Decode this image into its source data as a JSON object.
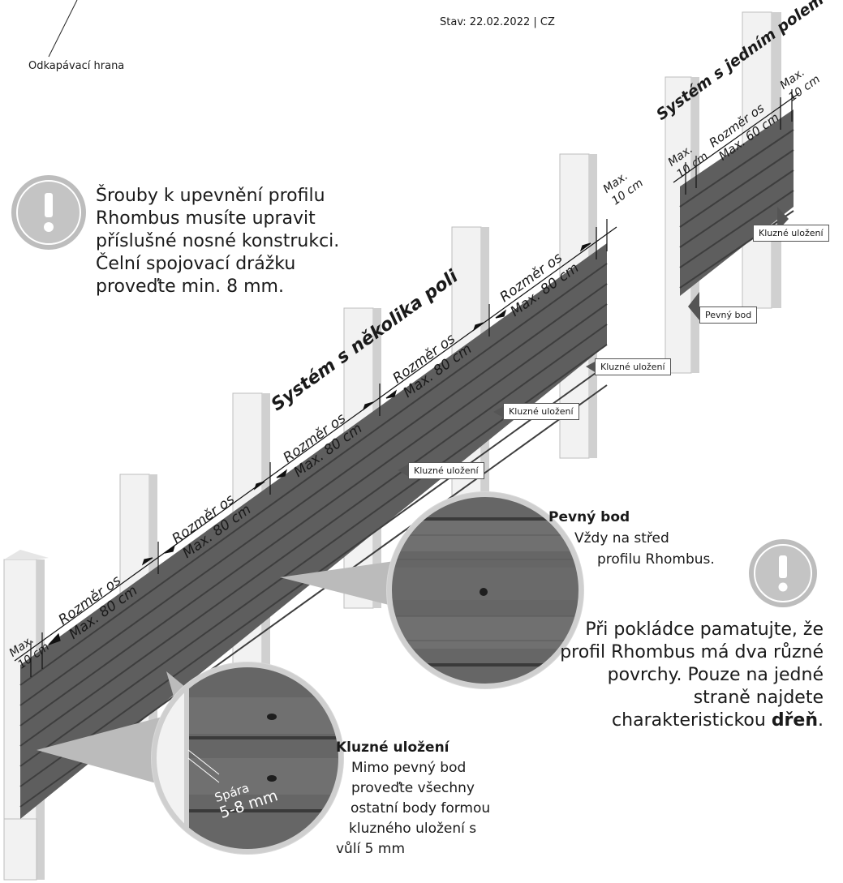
{
  "header": {
    "date": "Stav: 22.02.2022 | CZ",
    "drip_edge": "Odkapávací hrana"
  },
  "warning_left": {
    "icon": "exclamation-icon",
    "text": "Šrouby k upevnění profilu Rhombus musíte upravit příslušné nosné konstrukci. Čelní spojovací drážku proveďte min. 8 mm."
  },
  "warning_right": {
    "icon": "exclamation-icon",
    "text_before": "Při pokládce pamatujte, že profil Rhombus má dva různé povrchy. Pouze na jedné straně najdete charakteristickou ",
    "text_bold": "dřeň",
    "text_after": "."
  },
  "multi_field": {
    "title": "Systém s několika poli",
    "spacing_label": "Rozměr os",
    "spacing_value": "Max. 80 cm",
    "overhang_label": "Max.",
    "overhang_value": "10 cm"
  },
  "single_field": {
    "title": "Systém s jedním polem",
    "spacing_label": "Rozměr os",
    "spacing_value": "Max. 60 cm",
    "overhang_label": "Max.",
    "overhang_value": "10 cm"
  },
  "tags": {
    "sliding": "Kluzné uložení",
    "fixed": "Pevný bod"
  },
  "fixed_point": {
    "title": "Pevný bod",
    "line1": "Vždy na střed",
    "line2": "profilu Rhombus."
  },
  "sliding_bearing": {
    "title": "Kluzné uložení",
    "line1": "Mimo pevný bod",
    "line2": "proveďte všechny",
    "line3": "ostatní body formou",
    "line4": "kluzného uložení s",
    "line5": "vůlí 5 mm"
  },
  "gap": {
    "label": "Spára",
    "value": "5-8 mm"
  },
  "colors": {
    "board": "#5e5e5e",
    "board_dark": "#4a4a4a",
    "post": "#f2f2f2",
    "post_shade": "#c9c9c9",
    "icon_bg": "#bdbdbd"
  }
}
